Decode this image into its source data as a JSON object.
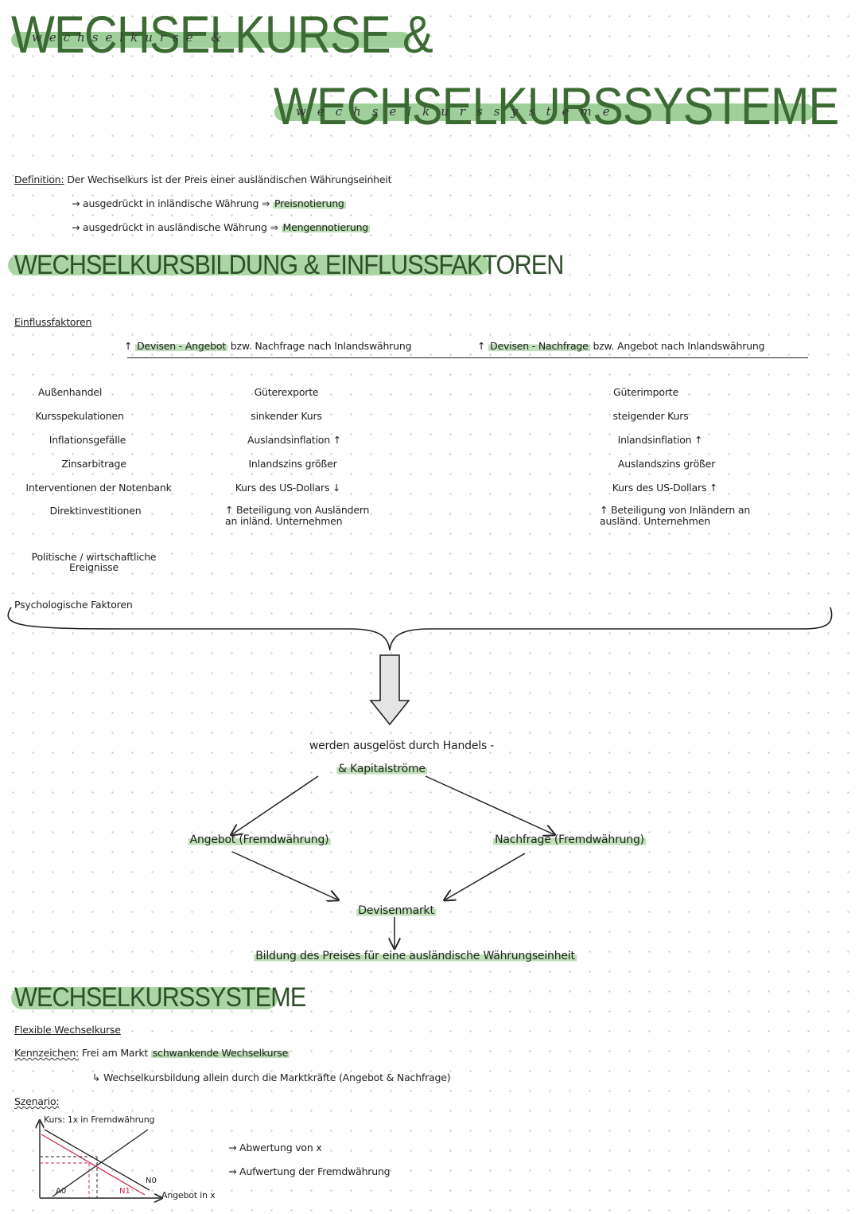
{
  "header": {
    "title_line1": "WECHSELKURSE &",
    "title_line1_sub": "wechselkurse &",
    "title_line2": "WECHSELKURSSYSTEME",
    "title_line2_sub": "wechselkurssysteme"
  },
  "definition": {
    "label": "Definition:",
    "text": "Der Wechselkurs ist der Preis einer ausländischen Währungseinheit",
    "bullet1_prefix": "→ ausgedrückt in inländische Währung ⇒",
    "bullet1_highlight": "Preisnotierung",
    "bullet2_prefix": "→ ausgedrückt in ausländische Währung ⇒",
    "bullet2_highlight": "Mengennotierung"
  },
  "section_factors": {
    "heading": "WECHSELKURSBILDUNG & EINFLUSSFAKTOREN",
    "label": "Einflussfaktoren",
    "col_left_prefix": "↑",
    "col_left_highlight": "Devisen - Angebot",
    "col_left_rest": "bzw. Nachfrage nach Inlandswährung",
    "col_right_prefix": "↑",
    "col_right_highlight": "Devisen - Nachfrage",
    "col_right_rest": "bzw. Angebot nach Inlandswährung",
    "rows": [
      {
        "factor": "Außenhandel",
        "left": "Güterexporte",
        "right": "Güterimporte"
      },
      {
        "factor": "Kursspekulationen",
        "left": "sinkender Kurs",
        "right": "steigender Kurs"
      },
      {
        "factor": "Inflationsgefälle",
        "left": "Auslandsinflation ↑",
        "right": "Inlandsinflation ↑"
      },
      {
        "factor": "Zinsarbitrage",
        "left": "Inlandszins größer",
        "right": "Auslandszins größer"
      },
      {
        "factor": "Interventionen der Notenbank",
        "left": "Kurs des US-Dollars ↓",
        "right": "Kurs des US-Dollars ↑"
      },
      {
        "factor": "Direktinvestitionen",
        "left": "↑ Beteiligung von Ausländern an inländ. Unternehmen",
        "right": "↑ Beteiligung von Inländern an ausländ. Unternehmen"
      }
    ],
    "factor_political": "Politische / wirtschaftliche Ereignisse",
    "factor_psych": "Psychologische Faktoren"
  },
  "flow": {
    "trigger_line1": "werden ausgelöst durch Handels -",
    "trigger_line2": "& Kapitalströme",
    "supply": "Angebot (Fremdwährung)",
    "demand": "Nachfrage (Fremdwährung)",
    "market": "Devisenmarkt",
    "result": "Bildung des Preises für eine ausländische Währungseinheit"
  },
  "section_systems": {
    "heading": "WECHSELKURSSYSTEME",
    "flexible": "Flexible Wechselkurse",
    "features_label": "Kennzeichen:",
    "features_text": "Frei am Markt",
    "features_highlight": "schwankende Wechselkurse",
    "sub_point": "↳ Wechselkursbildung allein durch die Marktkräfte (Angebot & Nachfrage)",
    "scenario_label": "Szenario:",
    "chart": {
      "y_label": "Kurs: 1x in Fremdwährung",
      "x_label": "Angebot in x",
      "curve_a0": "A0",
      "curve_n0": "N0",
      "curve_n1": "N1",
      "note1": "→ Abwertung von x",
      "note2": "→ Aufwertung der Fremdwährung"
    }
  },
  "colors": {
    "highlight": "#bfe0b8",
    "heading_green": "#3b6b33",
    "marker_red": "#d0264a"
  }
}
